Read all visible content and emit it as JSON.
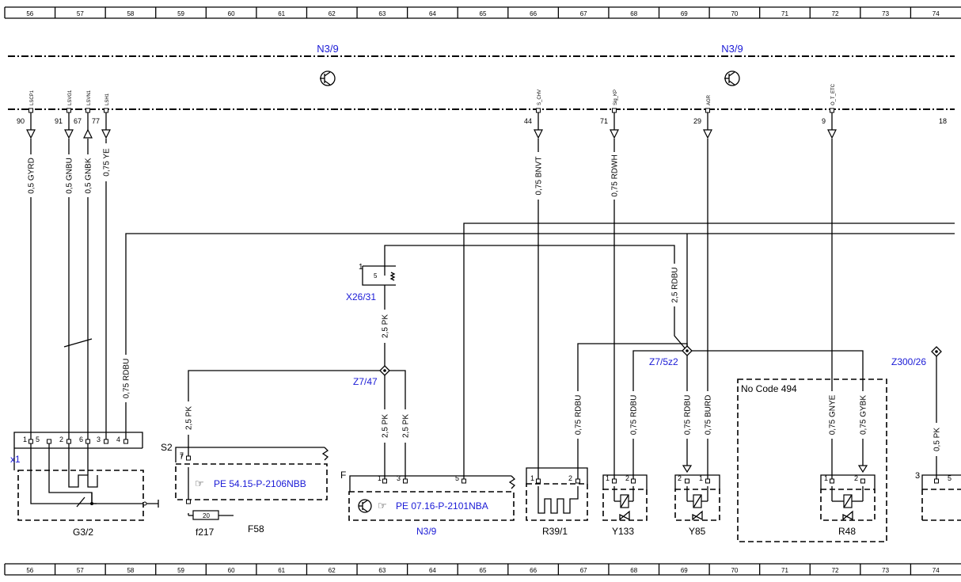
{
  "grid": {
    "columns": [
      "56",
      "57",
      "58",
      "59",
      "60",
      "61",
      "62",
      "63",
      "64",
      "65",
      "66",
      "67",
      "68",
      "69",
      "70",
      "71",
      "72",
      "73",
      "74"
    ]
  },
  "header": {
    "module_left": "N3/9",
    "module_right": "N3/9"
  },
  "pins": [
    {
      "signal": "LSCP1",
      "number": "90"
    },
    {
      "signal": "LSVG1",
      "number": "91"
    },
    {
      "signal": "LSVN1",
      "number": "67"
    },
    {
      "signal": "LSH1",
      "number": "77"
    },
    {
      "signal": "S_CHV",
      "number": "44"
    },
    {
      "signal": "Sig_KP",
      "number": "71"
    },
    {
      "signal": "AGR",
      "number": "29"
    },
    {
      "signal": "O_T_ETC",
      "number": "9"
    },
    {
      "signal": "",
      "number": "18"
    }
  ],
  "wires": {
    "w1": "0,5 GYRD",
    "w2": "0,5 GNBU",
    "w3": "0,5 GNBK",
    "w4": "0,75 YE",
    "w5": "0,75 BNVT",
    "w6": "0,75 RDWH",
    "w7": "0,75 RDBU",
    "w8": "2,5 RDBU",
    "w9": "2,5 PK",
    "w10": "2,5 PK",
    "w11": "2,5 PK",
    "w12": "2,5 PK",
    "w13": "0,75 RDBU",
    "w14": "0,75 RDBU",
    "w15": "0,75 RDBU",
    "w16": "0,75 BURD",
    "w17": "0,75 GNYE",
    "w18": "0,75 GYBK",
    "w19": "0,5 PK"
  },
  "labels": {
    "x26": "X26/31",
    "x26_pin1": "1",
    "x26_pin5": "5",
    "z747": "Z7/47",
    "z75z2": "Z7/5z2",
    "z300": "Z300/26",
    "no_code": "No  Code 494",
    "x1": "x1",
    "s2": "S2",
    "f_lbl": "F",
    "g32": "G3/2",
    "f217": "f217",
    "f58": "F58",
    "n39": "N3/9",
    "r391": "R39/1",
    "y133": "Y133",
    "y85": "Y85",
    "r48": "R48",
    "fuse": "20",
    "pe1": "PE 54.15-P-2106NBB",
    "pe2": "PE 07.16-P-2101NBA",
    "g_pins": [
      "1",
      "5",
      "2",
      "6",
      "3",
      "4"
    ],
    "s2_pin": "7",
    "n_pins": [
      "1",
      "3",
      "5"
    ],
    "r391_pins": [
      "1",
      "2"
    ],
    "y133_pins": [
      "1",
      "2"
    ],
    "y85_pins": [
      "2",
      "1"
    ],
    "r48_pins": [
      "1",
      "2"
    ],
    "z300_pins": [
      "3",
      "5"
    ]
  }
}
